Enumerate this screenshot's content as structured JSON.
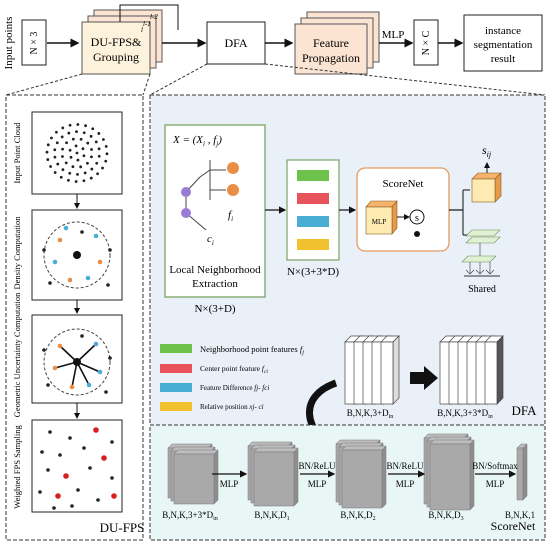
{
  "pipeline": {
    "input_label": "Input points",
    "input_shape": "N × 3",
    "dufps_label_1": "DU-FPS&",
    "dufps_label_2": "Grouping",
    "dfa_label": "DFA",
    "fp_label_1": "Feature",
    "fp_label_2": "Propagation",
    "mlp_label": "MLP",
    "output_shape": "N × C",
    "result_label_1": "instance",
    "result_label_2": "segmentation",
    "result_label_3": "result",
    "stack_index_prefix": "l",
    "stack_index_suffixes": [
      "",
      "-1",
      "-2"
    ]
  },
  "dufps_panel": {
    "title": "DU-FPS",
    "steps": [
      "Input Point Cloud",
      "Density Computation",
      "Geometric Uncertainty Computation",
      "Weighted FPS Sampling"
    ]
  },
  "dfa_panel": {
    "title": "DFA",
    "neighborhood": {
      "equation": "X = (X , f )",
      "equation_sub_1": "i",
      "equation_sub_2": "j",
      "f_label": "f",
      "f_sub": "i",
      "c_label": "c",
      "c_sub": "i",
      "caption_1": "Local Neighborhood",
      "caption_2": "Extraction",
      "shape": "N×(3+D)"
    },
    "concat_shape": "N×(3+3*D)",
    "scorenet_title": "ScoreNet",
    "mlp": "MLP",
    "softmax_symbol": "s",
    "score_label": "s",
    "score_sub": "ij",
    "shared_label": "Shared",
    "legend": [
      {
        "label": "Neighborhood point features ",
        "sym": "f",
        "sub": "j",
        "color": "#6cc24a"
      },
      {
        "label": "Center point feature ",
        "sym": "f",
        "sub": "ci",
        "color": "#e8525b"
      },
      {
        "label": "Feature Difference ",
        "sym": "fj- fci",
        "sub": "",
        "color": "#4aaed4"
      },
      {
        "label": "Relative position ",
        "sym": "xj- ci",
        "sub": "",
        "color": "#f2c12e"
      }
    ],
    "tensor_in": "B,N,K,3+D",
    "tensor_in_sub": "in",
    "tensor_out": "B,N,K,3+3*D",
    "tensor_out_sub": "in"
  },
  "scorenet_panel": {
    "title": "ScoreNet",
    "tensors": [
      {
        "label": "B,N,K,3+3*D",
        "sub": "in"
      },
      {
        "label": "B,N,K,D",
        "sub": "1"
      },
      {
        "label": "B,N,K,D",
        "sub": "2"
      },
      {
        "label": "B,N,K,D",
        "sub": "3"
      },
      {
        "label": "B,N,K,1",
        "sub": ""
      }
    ],
    "ops": [
      {
        "top": "",
        "bottom": "MLP"
      },
      {
        "top": "BN/ReLU",
        "bottom": "MLP"
      },
      {
        "top": "BN/ReLU",
        "bottom": "MLP"
      },
      {
        "top": "BN/Softmax",
        "bottom": "MLP"
      }
    ]
  },
  "colors": {
    "orange_fill": "#fce4d2",
    "orange_edge": "#e59a5f",
    "beige_fill": "#fdf3dc",
    "dfa_bg": "#eaf0f8",
    "scorenet_bg": "#e8f7f6",
    "green_box": "#7aa464",
    "green": "#6cc24a",
    "red": "#e8525b",
    "blue": "#4aaed4",
    "yellow": "#f2c12e",
    "orange_dot": "#ea8e47",
    "purple_dot": "#9a7cd6"
  }
}
